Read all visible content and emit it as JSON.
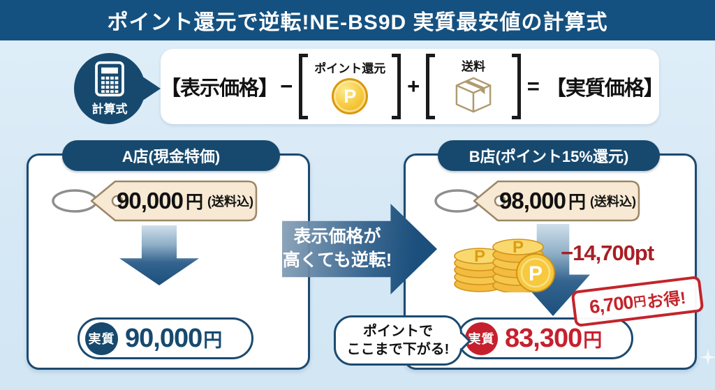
{
  "banner": {
    "title": "ポイント還元で逆転!NE-BS9D 実質最安値の計算式"
  },
  "formula": {
    "badge_label": "計算式",
    "display_price": "【表示価格】",
    "minus_sign": "−",
    "point_label": "ポイント還元",
    "point_symbol": "P",
    "plus_sign": "+",
    "shipping_label": "送料",
    "equals_sign": "=",
    "result_price": "【実質価格】"
  },
  "store_a": {
    "header": "A店(現金特価)",
    "tag_price": "90,000",
    "tag_unit": "円",
    "tag_note": "(送料込)",
    "result_label": "実質",
    "result_value": "90,000",
    "result_unit": "円"
  },
  "store_b": {
    "header": "B店(ポイント15%還元)",
    "tag_price": "98,000",
    "tag_unit": "円",
    "tag_note": "(送料込)",
    "point_symbol": "P",
    "points_deduction": "−14,700pt",
    "stamp_amount": "6,700",
    "stamp_unit": "円",
    "stamp_label": "お得!",
    "result_label": "実質",
    "result_value": "83,300",
    "result_unit": "円"
  },
  "middle": {
    "arrow_line1": "表示価格が",
    "arrow_line2": "高くても逆転!",
    "bubble_line1": "ポイントで",
    "bubble_line2": "ここまで下がる!"
  },
  "colors": {
    "banner_navy": "#155180",
    "card_navy": "#1b4a70",
    "pill_navy": "#17496e",
    "background_blue": "#d6e8f5",
    "accent_red": "#c6202e",
    "stamp_red": "#c3242b",
    "coin_gold": "#f3bb3f",
    "tag_beige": "#f7e9d3"
  }
}
